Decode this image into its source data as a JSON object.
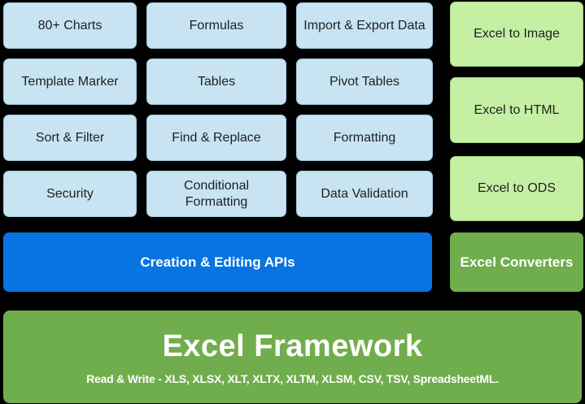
{
  "colors": {
    "background": "#000000",
    "feature_fill": "#c8e4f2",
    "feature_border": "#9ecadd",
    "feature_text": "#1f1f1f",
    "api_bar_fill": "#0774e1",
    "converter_fill": "#c5f0a4",
    "converter_border": "#a3d87c",
    "accent_green": "#70ad4d",
    "light_text": "#ffffff"
  },
  "feature_grid": {
    "cells": [
      {
        "label": "80+ Charts"
      },
      {
        "label": "Formulas"
      },
      {
        "label": "Import & Export Data"
      },
      {
        "label": "Template Marker"
      },
      {
        "label": "Tables"
      },
      {
        "label": "Pivot Tables"
      },
      {
        "label": "Sort & Filter"
      },
      {
        "label": "Find & Replace"
      },
      {
        "label": "Formatting"
      },
      {
        "label": "Security"
      },
      {
        "label": "Conditional\nFormatting"
      },
      {
        "label": "Data Validation"
      }
    ]
  },
  "api_bar": {
    "label": "Creation & Editing APIs"
  },
  "converters": {
    "items": [
      {
        "label": "Excel to Image"
      },
      {
        "label": "Excel to HTML"
      },
      {
        "label": "Excel to ODS"
      }
    ],
    "header": {
      "label": "Excel Converters"
    }
  },
  "framework": {
    "title": "Excel Framework",
    "subtitle": "Read & Write - XLS, XLSX, XLT, XLTX, XLTM, XLSM, CSV, TSV, SpreadsheetML."
  }
}
